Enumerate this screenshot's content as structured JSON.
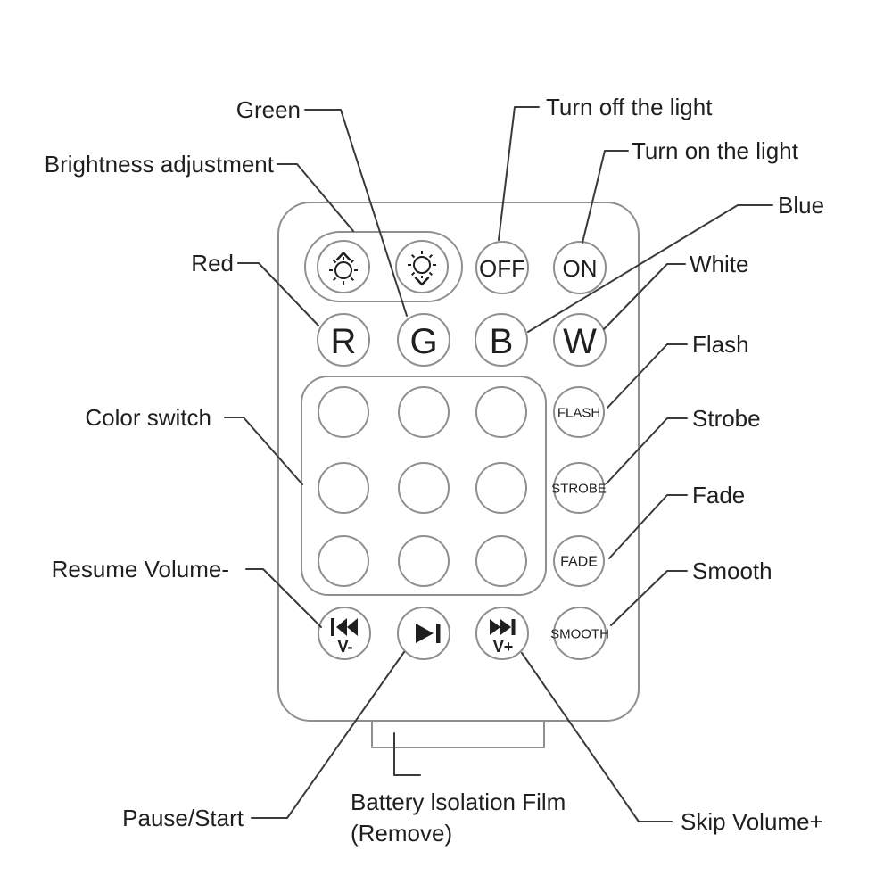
{
  "colors": {
    "background": "#ffffff",
    "outline": "#8f8f8f",
    "line": "#3a3a3a",
    "text": "#1f1f1f"
  },
  "annotations": {
    "green": "Green",
    "brightness": "Brightness adjustment",
    "red": "Red",
    "turn_off": "Turn off the light",
    "turn_on": "Turn on the light",
    "blue": "Blue",
    "white": "White",
    "flash": "Flash",
    "strobe": "Strobe",
    "fade": "Fade",
    "smooth": "Smooth",
    "color_switch": "Color switch",
    "resume_volume_minus": "Resume Volume-",
    "pause_start": "Pause/Start",
    "skip_volume_plus": "Skip Volume+",
    "battery_line1": "Battery lsolation Film",
    "battery_line2": "(Remove)"
  },
  "buttons": {
    "off": "OFF",
    "on": "ON",
    "red": "R",
    "green": "G",
    "blue": "B",
    "white": "W",
    "flash": "FLASH",
    "strobe": "STROBE",
    "fade": "FADE",
    "smooth": "SMOOTH",
    "volume_down": "V-",
    "volume_up": "V+"
  },
  "icons": {
    "brightness_up": "sun-with-up-arrow",
    "brightness_down": "sun-with-down-arrow",
    "volume_down": "skip-back",
    "play_pause": "play-pause",
    "volume_up": "skip-forward"
  }
}
